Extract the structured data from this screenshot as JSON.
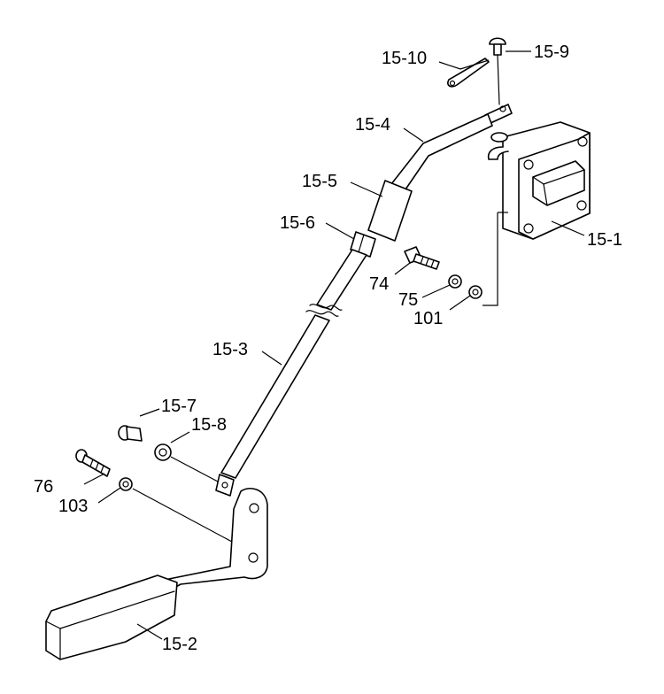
{
  "diagram": {
    "labels": {
      "p15_1": "15-1",
      "p15_2": "15-2",
      "p15_3": "15-3",
      "p15_4": "15-4",
      "p15_5": "15-5",
      "p15_6": "15-6",
      "p15_7": "15-7",
      "p15_8": "15-8",
      "p15_9": "15-9",
      "p15_10": "15-10",
      "p74": "74",
      "p75": "75",
      "p76": "76",
      "p101": "101",
      "p103": "103"
    }
  }
}
